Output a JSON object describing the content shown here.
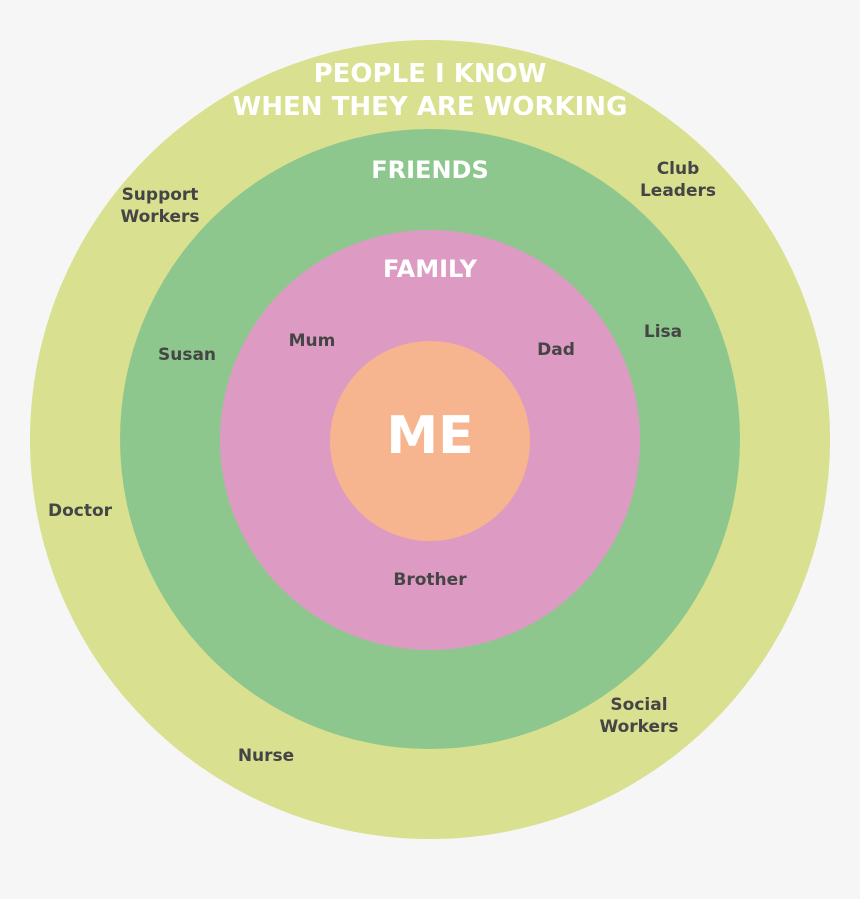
{
  "diagram": {
    "type": "concentric circles / circles of support",
    "colors": {
      "background": "#f6f6f6",
      "outer_ring": "#d9e08f",
      "friends_ring": "#8dc78d",
      "family_ring": "#dd9bc4",
      "me_circle": "#f6b48f",
      "title_text": "#ffffff",
      "label_text": "#454545"
    },
    "rings": {
      "outer": {
        "title_line1": "PEOPLE I KNOW",
        "title_line2": "WHEN THEY ARE WORKING",
        "members": [
          {
            "line1": "Support",
            "line2": "Workers"
          },
          {
            "line1": "Club",
            "line2": "Leaders"
          },
          {
            "line1": "Doctor"
          },
          {
            "line1": "Social",
            "line2": "Workers"
          },
          {
            "line1": "Nurse"
          }
        ]
      },
      "friends": {
        "title": "FRIENDS",
        "members": [
          "Susan",
          "Lisa"
        ]
      },
      "family": {
        "title": "FAMILY",
        "members": [
          "Mum",
          "Dad",
          "Brother"
        ]
      },
      "center": {
        "title": "ME"
      }
    }
  }
}
